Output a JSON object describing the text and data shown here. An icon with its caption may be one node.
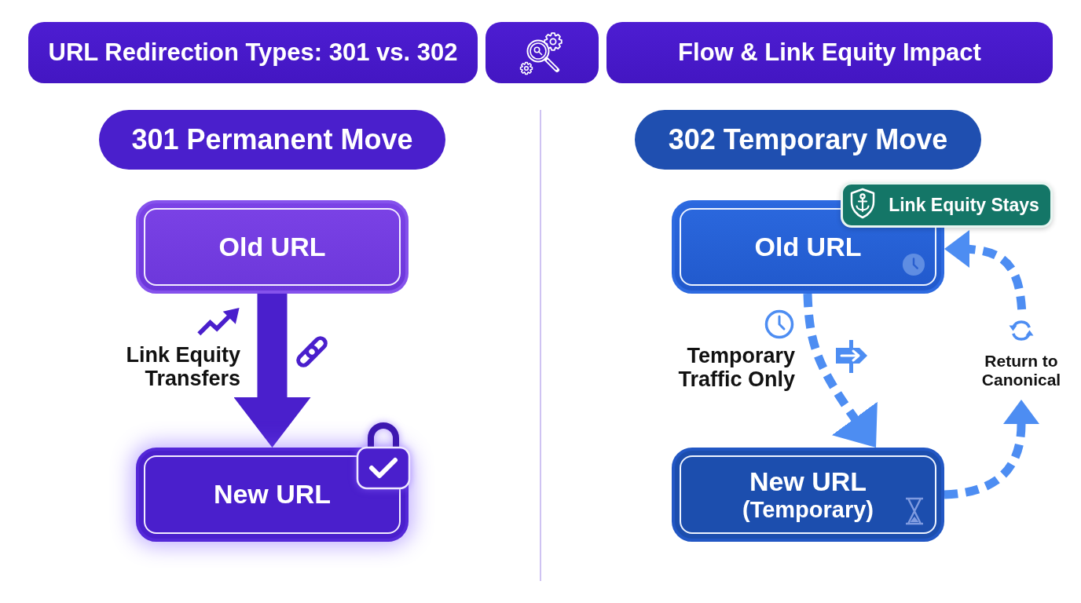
{
  "diagram": {
    "nodes": [
      {
        "text": [
          "URL Redirection Types: 301 vs. 302"
        ]
      },
      {
        "text": [],
        "shape": "box"
      },
      {
        "text": [
          "Flow & Link Equity Impact"
        ]
      },
      {
        "text": [
          "301 Permanent Move"
        ]
      },
      {
        "text": [
          "Old URL"
        ]
      },
      {
        "text": [
          "New URL"
        ]
      },
      {
        "text": [
          "302 Temporary Move"
        ]
      },
      {
        "text": [
          "Old URL"
        ]
      },
      {
        "text": [
          "Link Equity Stays"
        ]
      },
      {
        "text": [
          "New URL",
          "(Temporary)"
        ]
      }
    ],
    "edges": [
      {
        "from": 4,
        "to": 5,
        "arrow": "to",
        "label": "Link Equity Transfers",
        "style": "thick",
        "color": "#4a1fcc"
      },
      {
        "from": 7,
        "to": 9,
        "arrow": "to",
        "label": "Temporary Traffic Only",
        "style": "dashed"
      },
      {
        "from": 9,
        "to": 7,
        "arrow": "to",
        "label": "Return to Canonical",
        "style": "dashed"
      }
    ]
  }
}
